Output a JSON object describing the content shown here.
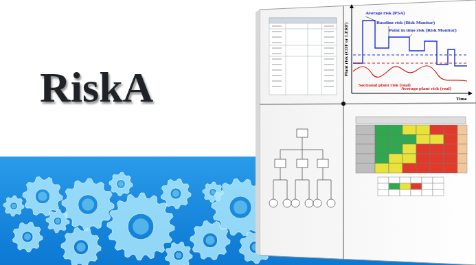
{
  "diagram": {
    "title": "RiskA",
    "labels": [
      "Average risk (PSA)",
      "Baseline risk (Risk Monitor)",
      "Point in time risk (Risk Monitor)",
      "Sectional plant risk (real)",
      "Average plant risk (real)",
      "Time",
      "Plant risk (CDF or LERF)"
    ]
  }
}
